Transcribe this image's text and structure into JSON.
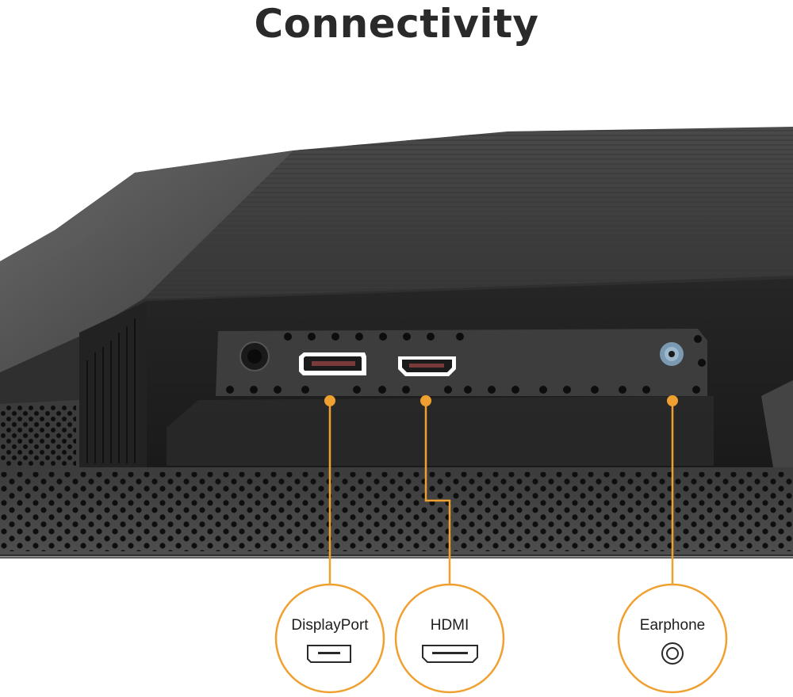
{
  "title": "Connectivity",
  "accent_color": "#f0a030",
  "ports": [
    {
      "label": "DisplayPort",
      "icon": "displayport-icon"
    },
    {
      "label": "HDMI",
      "icon": "hdmi-icon"
    },
    {
      "label": "Earphone",
      "icon": "earphone-jack-icon"
    }
  ]
}
